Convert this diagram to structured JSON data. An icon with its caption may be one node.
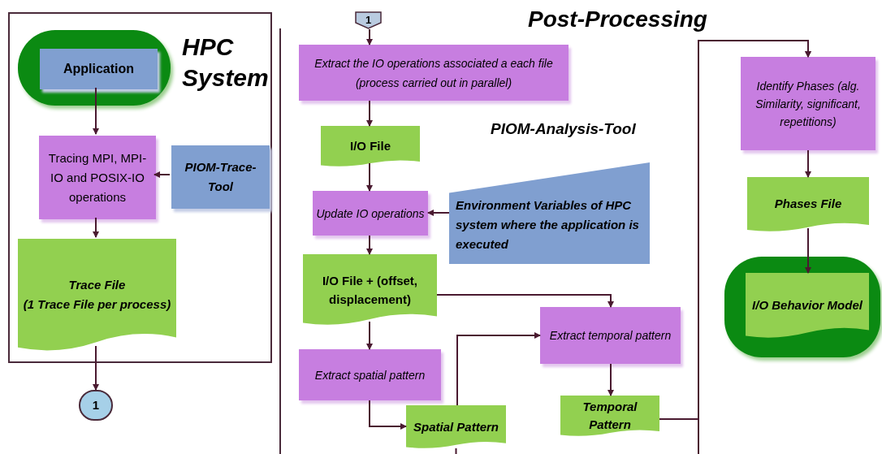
{
  "diagram": {
    "title": "Post-Processing",
    "nodes": [
      {
        "text": [
          "HPC System"
        ]
      },
      {
        "text": [],
        "shape": "terminator",
        "in": 0
      },
      {
        "text": [
          "Application"
        ],
        "in": 1
      },
      {
        "text": [
          "Tracing MPI, MPI-IO and POSIX-IO operations"
        ],
        "in": 0
      },
      {
        "text": [
          "PIOM-Trace-Tool"
        ],
        "in": 0
      },
      {
        "text": [
          "Trace File",
          "(1 Trace File per process)"
        ],
        "in": 0
      },
      {
        "text": [
          "1"
        ]
      },
      {
        "text": [
          "1"
        ]
      },
      {
        "text": [
          "Extract the IO operations associated a each file (process carried out in parallel)"
        ]
      },
      {
        "text": [
          "I/O File"
        ]
      },
      {
        "text": [
          "Update IO operations"
        ]
      },
      {
        "text": [
          "Environment Variables of HPC system where the application is executed"
        ]
      },
      {
        "text": [
          "I/O File + (offset, displacement)"
        ]
      },
      {
        "text": [
          "Extract spatial pattern"
        ]
      },
      {
        "text": [
          "Extract temporal pattern"
        ]
      },
      {
        "text": [
          "Spatial Pattern"
        ]
      },
      {
        "text": [
          "Temporal Pattern"
        ]
      },
      {
        "text": [
          "Identify Phases (alg. Similarity, significant, repetitions)"
        ]
      },
      {
        "text": [
          "Phases File"
        ]
      },
      {
        "text": [],
        "shape": "terminator"
      },
      {
        "text": [
          "I/O Behavior Model"
        ],
        "in": 19
      }
    ],
    "edges": [
      {
        "from": 2,
        "to": 3,
        "arrow": "to"
      },
      {
        "from": 4,
        "to": 3,
        "arrow": "to"
      },
      {
        "from": 3,
        "to": 5,
        "arrow": "to"
      },
      {
        "from": 5,
        "to": 6,
        "arrow": "to"
      },
      {
        "from": 7,
        "to": 8,
        "arrow": "to"
      },
      {
        "from": 8,
        "to": 9,
        "arrow": "to"
      },
      {
        "from": 9,
        "to": 10,
        "arrow": "to"
      },
      {
        "from": 11,
        "to": 10,
        "arrow": "to"
      },
      {
        "from": 10,
        "to": 12,
        "arrow": "to"
      },
      {
        "from": 12,
        "to": 13,
        "arrow": "to"
      },
      {
        "from": 12,
        "to": 14,
        "arrow": "to"
      },
      {
        "from": 13,
        "to": 15,
        "arrow": "to"
      },
      {
        "from": 15,
        "to": 14,
        "arrow": "to"
      },
      {
        "from": 14,
        "to": 16,
        "arrow": "to"
      },
      {
        "from": 16,
        "to": 17,
        "arrow": "to"
      },
      {
        "from": 15,
        "to": 17,
        "arrow": "to"
      },
      {
        "from": 17,
        "to": 18,
        "arrow": "to"
      },
      {
        "from": 18,
        "to": 20,
        "arrow": "to"
      }
    ],
    "labels": [
      "PIOM-Analysis-Tool"
    ]
  }
}
